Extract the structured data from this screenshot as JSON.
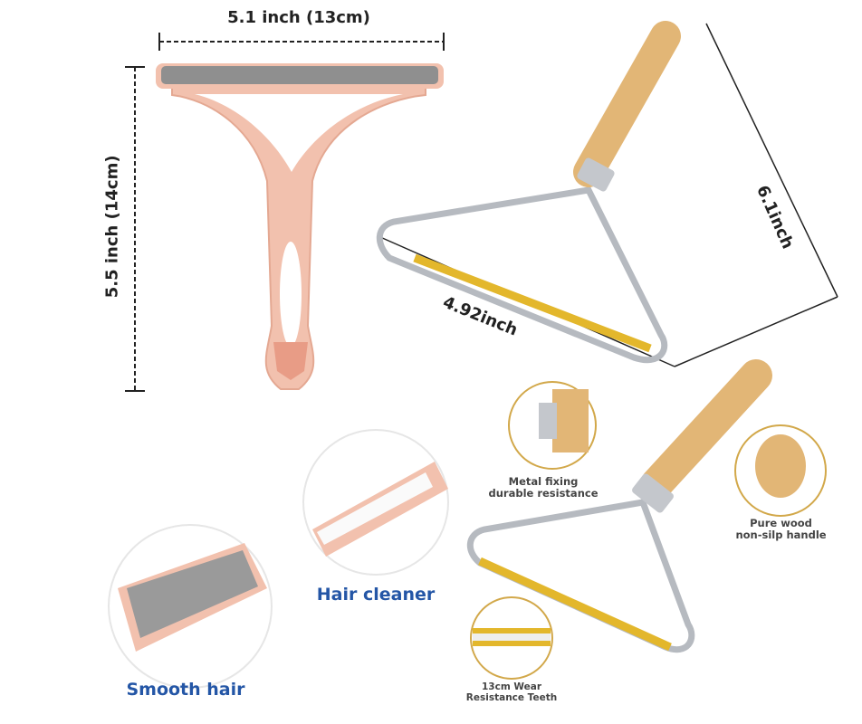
{
  "dimensions": {
    "pink_width": "5.1 inch (13cm)",
    "pink_height": "5.5 inch (14cm)",
    "wood_height": "6.1inch",
    "wood_width": "4.92inch"
  },
  "callouts": {
    "metal_fixing": [
      "Metal fixing",
      "durable resistance"
    ],
    "pure_wood": [
      "Pure wood",
      "non-silp handle"
    ],
    "teeth": [
      "13cm Wear",
      "Resistance Teeth"
    ],
    "hair_cleaner": "Hair cleaner",
    "smooth_hair": "Smooth hair"
  },
  "colors": {
    "pink": "#f2c1ae",
    "wood": "#e2b676",
    "gold": "#e3b72c",
    "steel": "#c4c7cc",
    "blue": "#2456a6"
  }
}
